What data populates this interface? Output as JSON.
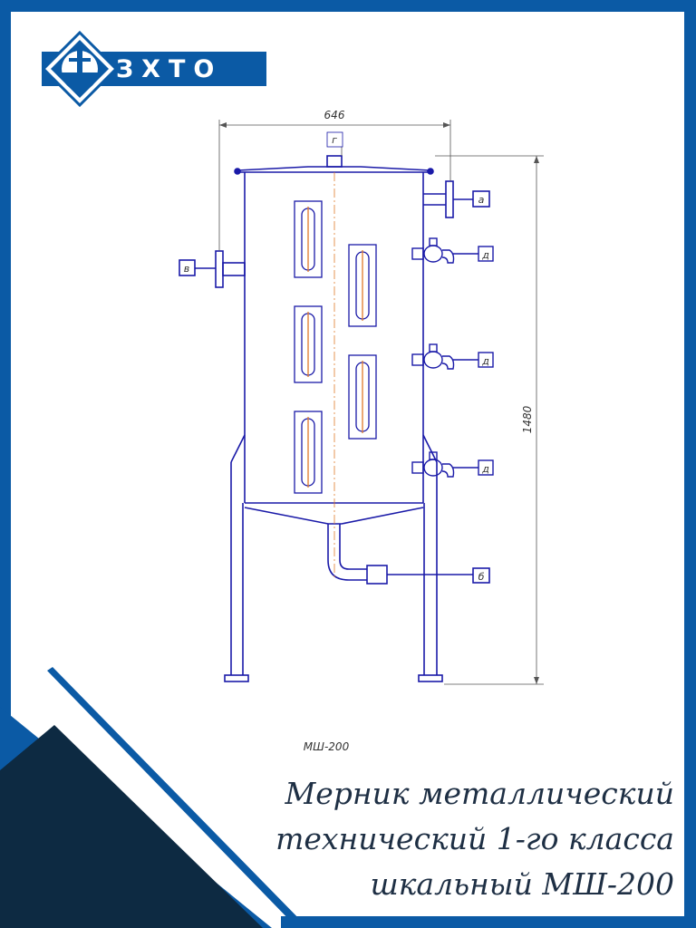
{
  "brand": {
    "name": "ЗХТО"
  },
  "drawing": {
    "width_dim": "646",
    "height_dim": "1480",
    "model_label": "МШ-200",
    "nozzles": {
      "top": "г",
      "upper_right": "а",
      "left": "в",
      "valve_1": "д",
      "valve_2": "д",
      "valve_3": "д",
      "bottom_drain": "б"
    }
  },
  "caption": {
    "line1": "Мерник металлический",
    "line2": "технический 1-го класса",
    "line3": "шкальный МШ-200"
  },
  "colors": {
    "brand_blue": "#0b5aa5",
    "dark_navy": "#0d2a42",
    "drawing_blue": "#1a1aa8",
    "sight_glass_orange": "#e07a2a"
  }
}
